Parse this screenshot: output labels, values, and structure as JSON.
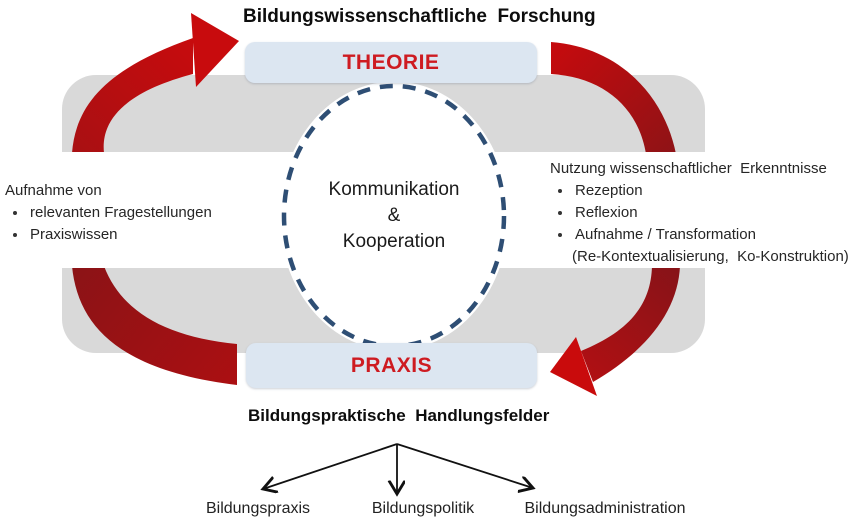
{
  "top": {
    "title": "Bildungswissenschaftliche  Forschung"
  },
  "theory_box": {
    "label": "THEORIE"
  },
  "practice_box": {
    "label": "PRAXIS"
  },
  "center_ellipse": {
    "line1": "Kommunikation",
    "line2": "&",
    "line3": "Kooperation"
  },
  "left_panel": {
    "heading": "Aufnahme von",
    "bullets": [
      "relevanten Fragestellungen",
      "Praxiswissen"
    ]
  },
  "right_panel": {
    "heading": "Nutzung wissenschaftlicher  Erkenntnisse",
    "bullets": [
      "Rezeption",
      "Reflexion",
      "Aufnahme / Transformation"
    ],
    "bullet3_note": "(Re-Kontextualisierung,  Ko-Konstruktion)"
  },
  "bottom": {
    "title": "Bildungspraktische  Handlungsfelder",
    "fields": [
      "Bildungspraxis",
      "Bildungspolitik",
      "Bildungsadministration"
    ]
  },
  "colors": {
    "arrow_bright_red": "#c80b0d",
    "arrow_dark_red": "#8c1316",
    "box_fill": "#dce6f1",
    "box_text_red": "#ce1b21",
    "gray_band": "#d9d9d9",
    "ellipse_dash_blue": "#2e4e74",
    "text_black": "#1f1f1f"
  }
}
